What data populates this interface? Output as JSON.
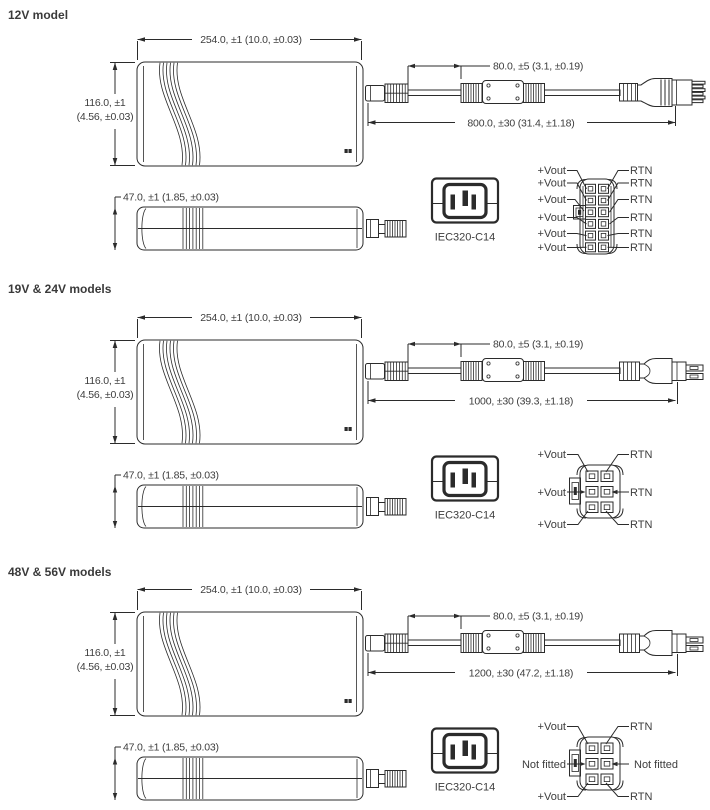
{
  "colors": {
    "line": "#2b2b2b",
    "text": "#3d3d3d",
    "title": "#3a3a3a",
    "background": "#ffffff"
  },
  "sections": [
    {
      "title": "12V model",
      "dimensions": {
        "width": "254.0, ±1 (10.0, ±0.03)",
        "height_mm": "116.0, ±1",
        "height_in": "(4.56, ±0.03)",
        "depth": "47.0, ±1 (1.85, ±0.03)",
        "ferrite_offset": "80.0, ±5 (3.1, ±0.19)",
        "cable_length": "800.0, ±30 (31.4, ±1.18)"
      },
      "inlet_label": "IEC320-C14",
      "pinout": {
        "rows": [
          {
            "left": "+Vout",
            "right": "RTN"
          },
          {
            "left": "+Vout",
            "right": "RTN"
          },
          {
            "left": "+Vout",
            "right": "RTN"
          },
          {
            "left": "+Vout",
            "right": "RTN"
          },
          {
            "left": "+Vout",
            "right": "RTN"
          },
          {
            "left": "+Vout",
            "right": "RTN"
          }
        ]
      }
    },
    {
      "title": "19V & 24V models",
      "dimensions": {
        "width": "254.0, ±1 (10.0, ±0.03)",
        "height_mm": "116.0, ±1",
        "height_in": "(4.56, ±0.03)",
        "depth": "47.0, ±1 (1.85, ±0.03)",
        "ferrite_offset": "80.0, ±5 (3.1, ±0.19)",
        "cable_length": "1000, ±30 (39.3, ±1.18)"
      },
      "inlet_label": "IEC320-C14",
      "pinout": {
        "rows": [
          {
            "left": "+Vout",
            "right": "RTN"
          },
          {
            "left": "+Vout",
            "right": "RTN"
          },
          {
            "left": "+Vout",
            "right": "RTN"
          }
        ]
      }
    },
    {
      "title": "48V & 56V models",
      "dimensions": {
        "width": "254.0, ±1 (10.0, ±0.03)",
        "height_mm": "116.0, ±1",
        "height_in": "(4.56, ±0.03)",
        "depth": "47.0, ±1 (1.85, ±0.03)",
        "ferrite_offset": "80.0, ±5 (3.1, ±0.19)",
        "cable_length": "1200, ±30 (47.2, ±1.18)"
      },
      "inlet_label": "IEC320-C14",
      "pinout": {
        "rows": [
          {
            "left": "+Vout",
            "right": "RTN"
          },
          {
            "left": "Not fitted",
            "right": "Not fitted"
          },
          {
            "left": "+Vout",
            "right": "RTN"
          }
        ]
      }
    }
  ]
}
